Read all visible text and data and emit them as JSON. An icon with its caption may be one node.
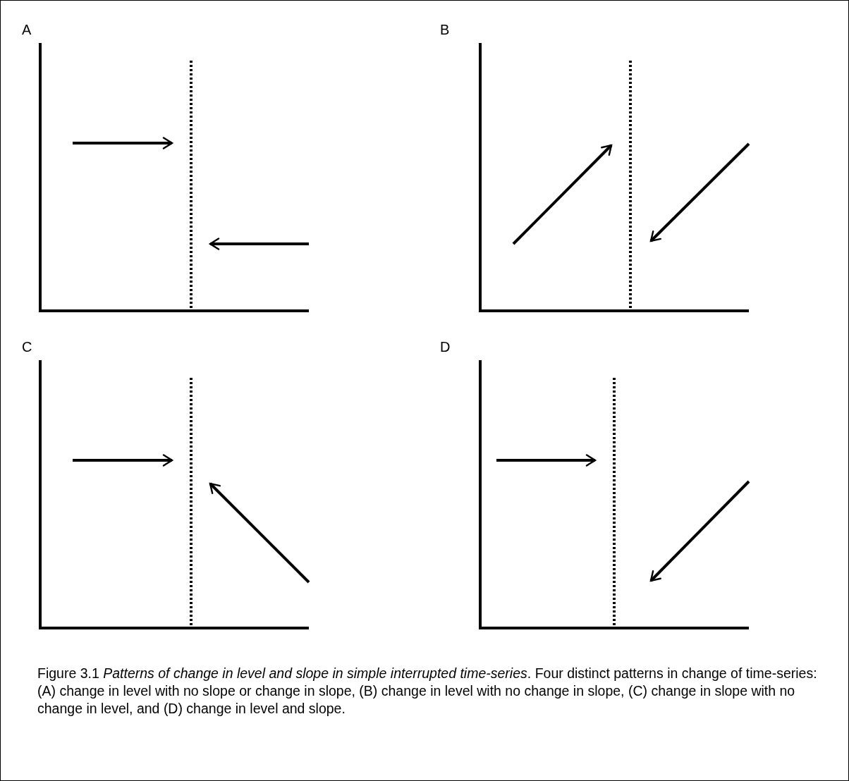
{
  "diagram": {
    "caption": "Figure 3.1 *Patterns of change in level and slope in simple interrupted time-series*. Four distinct patterns in change of time-series: (A) change in level with no slope or change in slope, (B) change in level with no change in slope, (C) change in slope with no change in level, and (D) change in level and slope.",
    "labels": [
      "A",
      "B",
      "C",
      "D"
    ]
  }
}
